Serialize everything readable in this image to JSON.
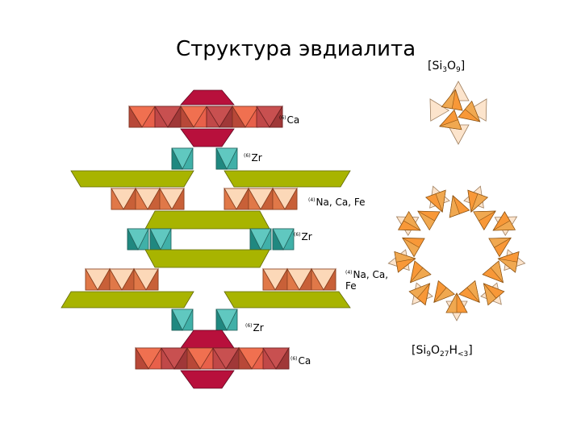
{
  "title": "Структура эвдиалита",
  "labels": [
    {
      "sup": "(6)",
      "text": "Ca"
    },
    {
      "sup": "(6)",
      "text": "Zr"
    },
    {
      "sup": "(4)",
      "text": "Na, Ca, Fe"
    },
    {
      "sup": "(6)",
      "text": "Zr"
    },
    {
      "sup": "(4)",
      "text": "Na, Ca,"
    },
    {
      "text": "Fe"
    },
    {
      "sup": "(6)",
      "text": "Zr"
    },
    {
      "sup": "(6)",
      "text": "Ca"
    }
  ],
  "ring_small": {
    "pre": "[Si",
    "s1": "3",
    "mid": "O",
    "s2": "9",
    "post": "]"
  },
  "ring_large": {
    "pre": "[Si",
    "s1": "9",
    "mid": "O",
    "s2": "27",
    "mid2": "H",
    "s3": "<3",
    "post": "]"
  },
  "colors": {
    "ca_octahedra": "#e8604a",
    "ca_core": "#b8103c",
    "zr_octahedra": "#40b0a8",
    "si_layer": "#a8b400",
    "na_octahedra": "#f8c8a0",
    "ring_tetrahedra": "#f89838",
    "ring_tetrahedra_light": "#fce4cc"
  }
}
